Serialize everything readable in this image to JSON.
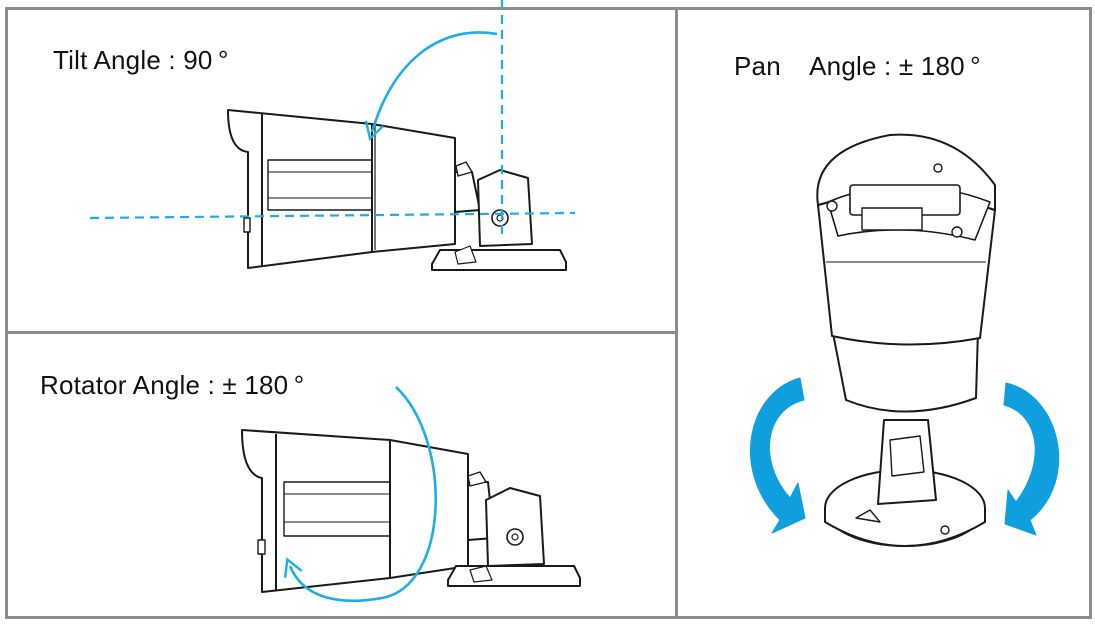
{
  "panels": {
    "tilt": {
      "label": "Tilt Angle : 90 °"
    },
    "rotator": {
      "label": "Rotator Angle : ± 180 °"
    },
    "pan": {
      "label": "Pan    Angle : ± 180 °"
    }
  },
  "colors": {
    "frame": "#8c8c8c",
    "outline": "#1a1a1a",
    "accent": "#1eaee6",
    "pan_arrow": "#0f9fdf"
  }
}
